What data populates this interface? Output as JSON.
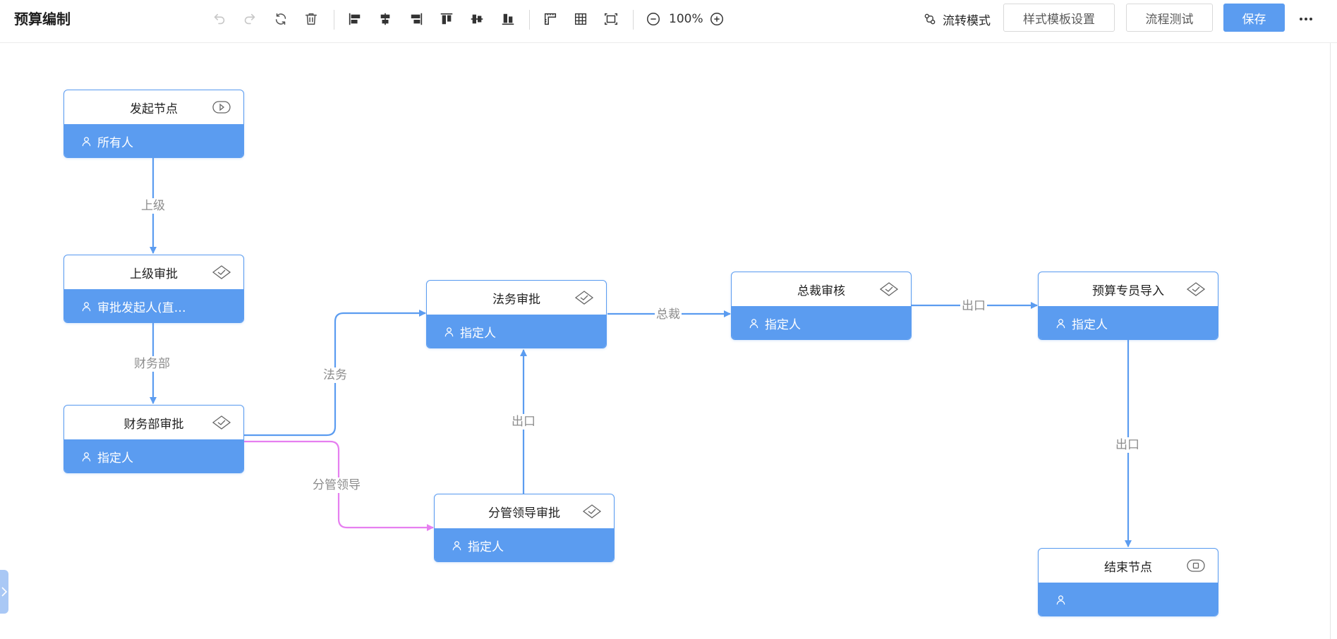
{
  "header": {
    "title": "预算编制",
    "zoom": "100%",
    "mode_label": "流转模式",
    "style_template_label": "样式模板设置",
    "flow_test_label": "流程测试",
    "save_label": "保存"
  },
  "toolbar_icons": [
    "undo-icon",
    "redo-icon",
    "refresh-icon",
    "delete-icon",
    "align-left-icon",
    "align-center-h-icon",
    "align-right-icon",
    "align-top-icon",
    "align-middle-v-icon",
    "align-bottom-icon",
    "ruler-icon",
    "grid-icon",
    "fit-view-icon",
    "zoom-out-icon",
    "zoom-in-icon",
    "more-icon"
  ],
  "nodes": {
    "start": {
      "title": "发起节点",
      "assignee": "所有人",
      "icon": "play-icon"
    },
    "superior": {
      "title": "上级审批",
      "assignee": "审批发起人(直…",
      "icon": "approve-icon"
    },
    "finance": {
      "title": "财务部审批",
      "assignee": "指定人",
      "icon": "approve-icon"
    },
    "legal": {
      "title": "法务审批",
      "assignee": "指定人",
      "icon": "approve-icon"
    },
    "leader": {
      "title": "分管领导审批",
      "assignee": "指定人",
      "icon": "approve-icon"
    },
    "president": {
      "title": "总裁审核",
      "assignee": "指定人",
      "icon": "approve-icon"
    },
    "budget": {
      "title": "预算专员导入",
      "assignee": "指定人",
      "icon": "approve-icon"
    },
    "end": {
      "title": "结束节点",
      "assignee": "",
      "icon": "stop-icon"
    }
  },
  "edges": {
    "start_superior": "上级",
    "superior_finance": "财务部",
    "finance_legal": "法务",
    "finance_leader": "分管领导",
    "leader_legal": "出口",
    "legal_president": "总裁",
    "president_budget": "出口",
    "budget_end": "出口"
  },
  "colors": {
    "primary": "#5b9cf0",
    "branch_pink": "#e67ff0",
    "label_gray": "#8c8c8c"
  }
}
